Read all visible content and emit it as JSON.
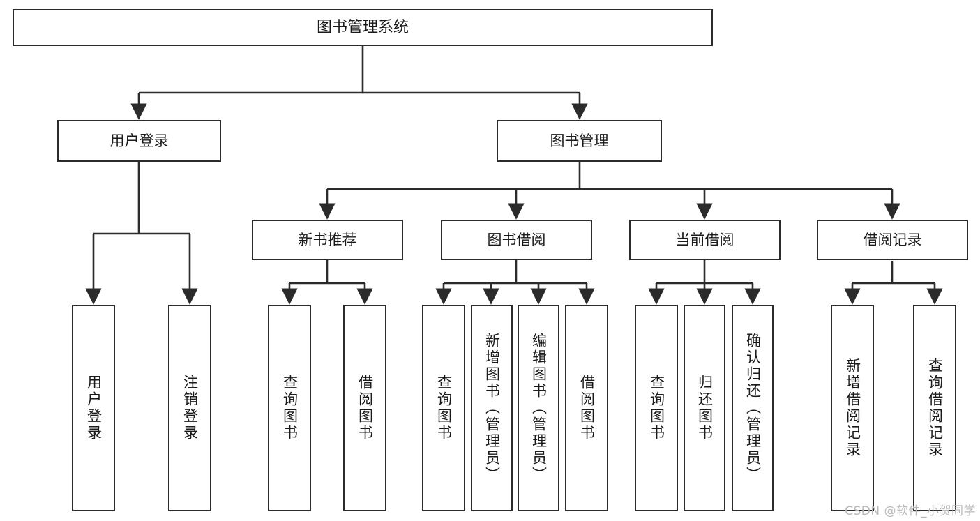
{
  "diagram": {
    "title": "图书管理系统",
    "type": "tree-hierarchy",
    "watermark": "CSDN @软件_小贺同学",
    "colors": {
      "stroke": "#2b2b2b",
      "fill": "#ffffff",
      "text": "#1a1a1a",
      "watermark": "#b9b9b9"
    },
    "nodes": {
      "root": {
        "label": "图书管理系统"
      },
      "level2": [
        {
          "id": "user-login",
          "label": "用户登录"
        },
        {
          "id": "book-manage",
          "label": "图书管理"
        }
      ],
      "level3": [
        {
          "id": "new-book-recommend",
          "label": "新书推荐"
        },
        {
          "id": "book-borrow",
          "label": "图书借阅"
        },
        {
          "id": "current-borrow",
          "label": "当前借阅"
        },
        {
          "id": "borrow-record",
          "label": "借阅记录"
        }
      ],
      "leaves": {
        "user_login": [
          {
            "id": "leaf-user-login",
            "label": "用户登录"
          },
          {
            "id": "leaf-logout-login",
            "label": "注销登录"
          }
        ],
        "new_book_recommend": [
          {
            "id": "leaf-query-book-1",
            "label": "查询图书"
          },
          {
            "id": "leaf-borrow-book-1",
            "label": "借阅图书"
          }
        ],
        "book_borrow": [
          {
            "id": "leaf-query-book-2",
            "label": "查询图书"
          },
          {
            "id": "leaf-add-book",
            "label": "新增图书（管理员）"
          },
          {
            "id": "leaf-edit-book",
            "label": "编辑图书（管理员）"
          },
          {
            "id": "leaf-borrow-book-2",
            "label": "借阅图书"
          }
        ],
        "current_borrow": [
          {
            "id": "leaf-query-book-3",
            "label": "查询图书"
          },
          {
            "id": "leaf-return-book",
            "label": "归还图书"
          },
          {
            "id": "leaf-confirm-return",
            "label": "确认归还（管理员）"
          }
        ],
        "borrow_record": [
          {
            "id": "leaf-add-record",
            "label": "新增借阅记录"
          },
          {
            "id": "leaf-query-record",
            "label": "查询借阅记录"
          }
        ]
      }
    }
  }
}
